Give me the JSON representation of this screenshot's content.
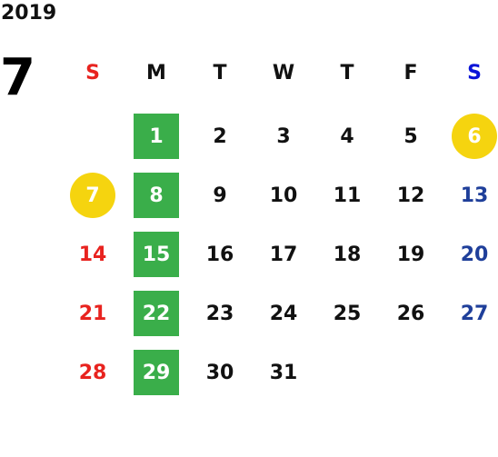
{
  "year": "2019",
  "month": "7",
  "weekdays": [
    "S",
    "M",
    "T",
    "W",
    "T",
    "F",
    "S"
  ],
  "rows": [
    [
      null,
      "1",
      "2",
      "3",
      "4",
      "5",
      "6"
    ],
    [
      "7",
      "8",
      "9",
      "10",
      "11",
      "12",
      "13"
    ],
    [
      "14",
      "15",
      "16",
      "17",
      "18",
      "19",
      "20"
    ],
    [
      "21",
      "22",
      "23",
      "24",
      "25",
      "26",
      "27"
    ],
    [
      "28",
      "29",
      "30",
      "31",
      null,
      null,
      null
    ]
  ],
  "highlighted_green": [
    "1",
    "8",
    "15",
    "22",
    "29"
  ],
  "highlighted_yellow": [
    "6",
    "7"
  ],
  "colors": {
    "sunday": "#e8231f",
    "saturday": "#1f3f9a",
    "green": "#3aae4a",
    "yellow": "#f5d40f"
  }
}
